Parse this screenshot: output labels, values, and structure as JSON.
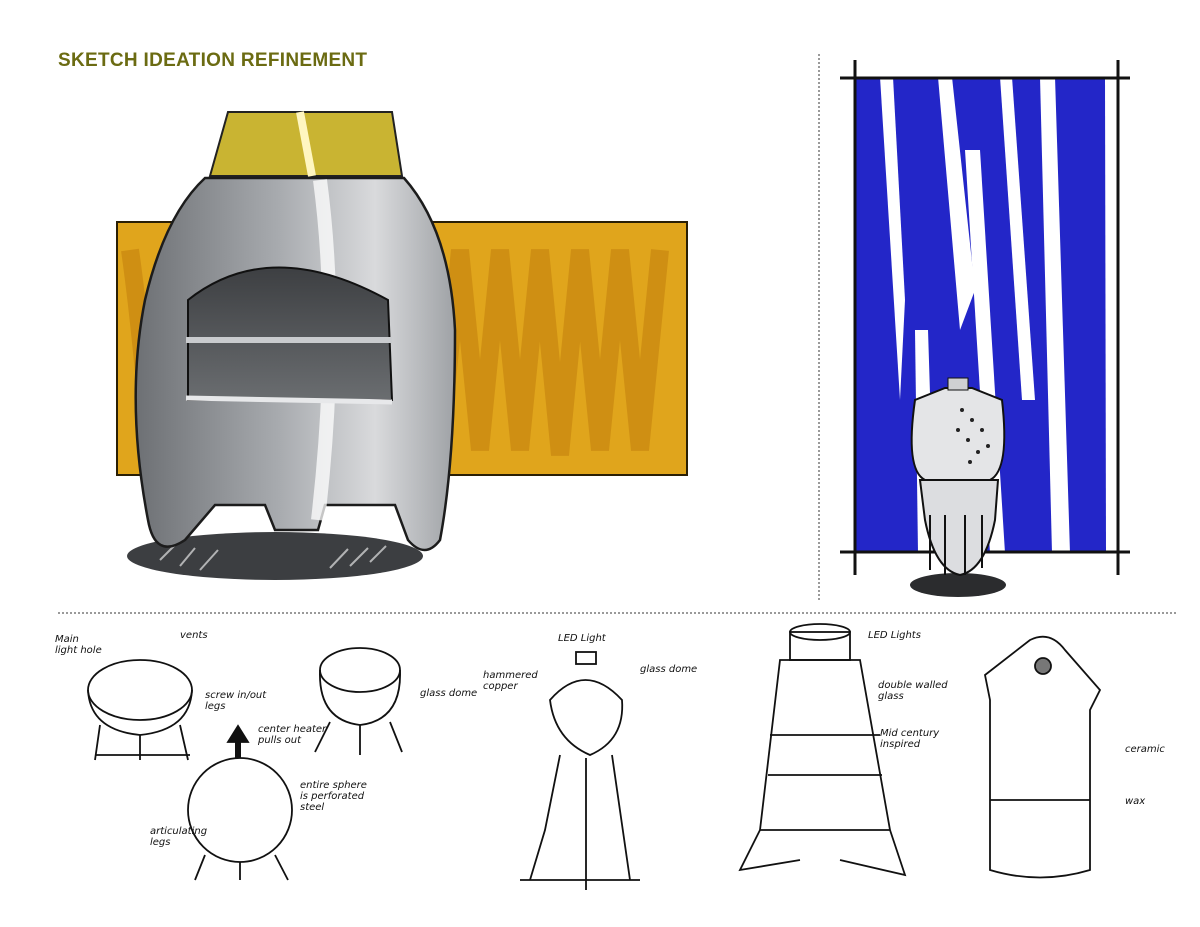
{
  "page": {
    "title": "SKETCH IDEATION REFINEMENT",
    "colors": {
      "title": "#6b6b12",
      "mustard": "#e0a51c",
      "blue": "#2326c8",
      "divider": "#9a9a9a"
    }
  },
  "hero_sketch": {
    "icon": "heater-render-illustration"
  },
  "blue_panel": {
    "icon": "perforated-heater-illustration"
  },
  "annotations": {
    "sketch1": {
      "main_light_hole": "Main\nlight hole",
      "vents": "vents",
      "screw_legs": "screw in/out\nlegs",
      "glass_dome": "glass dome",
      "center_heater": "center heater\npulls out",
      "entire_sphere": "entire sphere\nis perforated\nsteel",
      "articulating_legs": "articulating\nlegs"
    },
    "sketch2": {
      "led_light": "LED Light",
      "glass_dome": "glass dome",
      "hammered_copper": "hammered\ncopper"
    },
    "sketch3": {
      "led_lights": "LED Lights",
      "double_walled": "double walled\nglass",
      "mid_century": "Mid century\ninspired"
    },
    "sketch4": {
      "ceramic": "ceramic",
      "wax": "wax"
    }
  }
}
